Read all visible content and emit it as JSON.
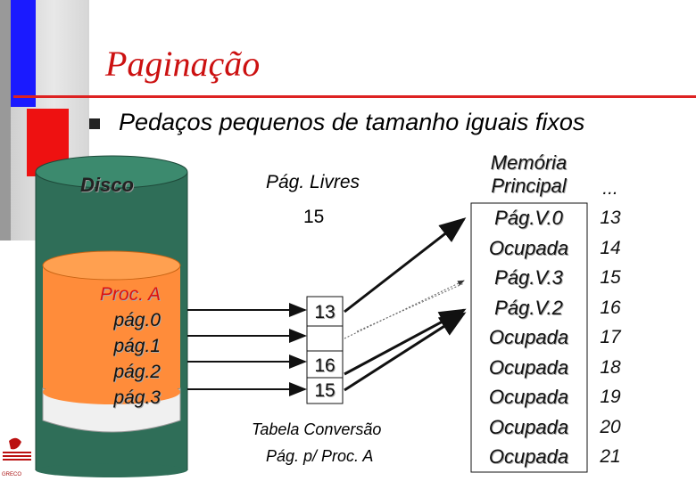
{
  "title": "Paginação",
  "bullet": "Pedaços pequenos de tamanho iguais fixos",
  "disk": {
    "label": "Disco"
  },
  "process": {
    "title": "Proc. A",
    "pages": [
      "pág.0",
      "pág.1",
      "pág.2",
      "pág.3"
    ]
  },
  "free_pages": {
    "label": "Pág. Livres",
    "value": "15"
  },
  "conversion_table": {
    "cells": [
      "13",
      "",
      "16",
      "15"
    ],
    "label_line1": "Tabela Conversão",
    "label_line2": "Pág. p/ Proc. A"
  },
  "memory": {
    "header_line1": "Memória",
    "header_line2": "Principal",
    "frames": [
      "Pág.V.0",
      "Ocupada",
      "Pág.V.3",
      "Pág.V.2",
      "Ocupada",
      "Ocupada",
      "Ocupada",
      "Ocupada",
      "Ocupada"
    ],
    "indices_top": "...",
    "indices": [
      "13",
      "14",
      "15",
      "16",
      "17",
      "18",
      "19",
      "20",
      "21"
    ]
  },
  "logo": {
    "text": "GRECO"
  },
  "colors": {
    "title": "#cc1111",
    "blue_bar": "#1a1aff",
    "red_block": "#ee1111",
    "disk_fill": "#2f6e58",
    "process_fill": "#ff8c3a"
  }
}
